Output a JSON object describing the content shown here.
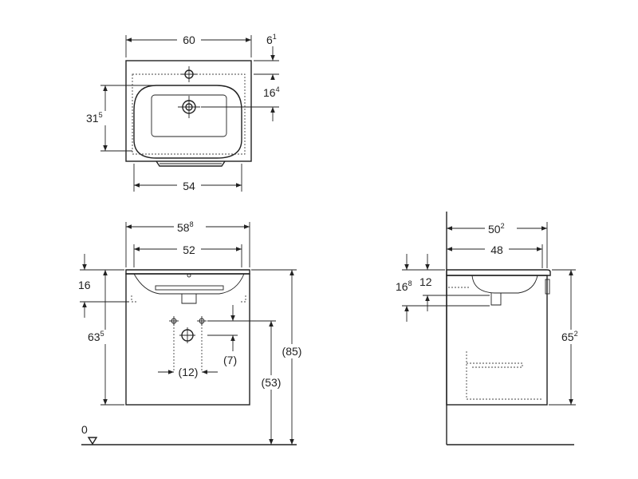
{
  "top_view": {
    "width": "60",
    "offset_top": {
      "base": "6",
      "sup": "1"
    },
    "offset_drain": {
      "base": "16",
      "sup": "4"
    },
    "depth": {
      "base": "31",
      "sup": "5"
    },
    "inner_width": "54"
  },
  "front_view": {
    "outer_width": {
      "base": "58",
      "sup": "8"
    },
    "inner_width": "52",
    "top_thickness": "16",
    "height": {
      "base": "63",
      "sup": "5"
    },
    "waste_spacing": "(12)",
    "waste_offset": "(7)",
    "waste_height": "(53)",
    "total_height": "(85)",
    "floor_level": "0"
  },
  "side_view": {
    "depth": {
      "base": "50",
      "sup": "2"
    },
    "inner_depth": "48",
    "bowl_depth": {
      "base": "16",
      "sup": "8"
    },
    "drain_offset": "12",
    "height": {
      "base": "65",
      "sup": "2"
    }
  }
}
